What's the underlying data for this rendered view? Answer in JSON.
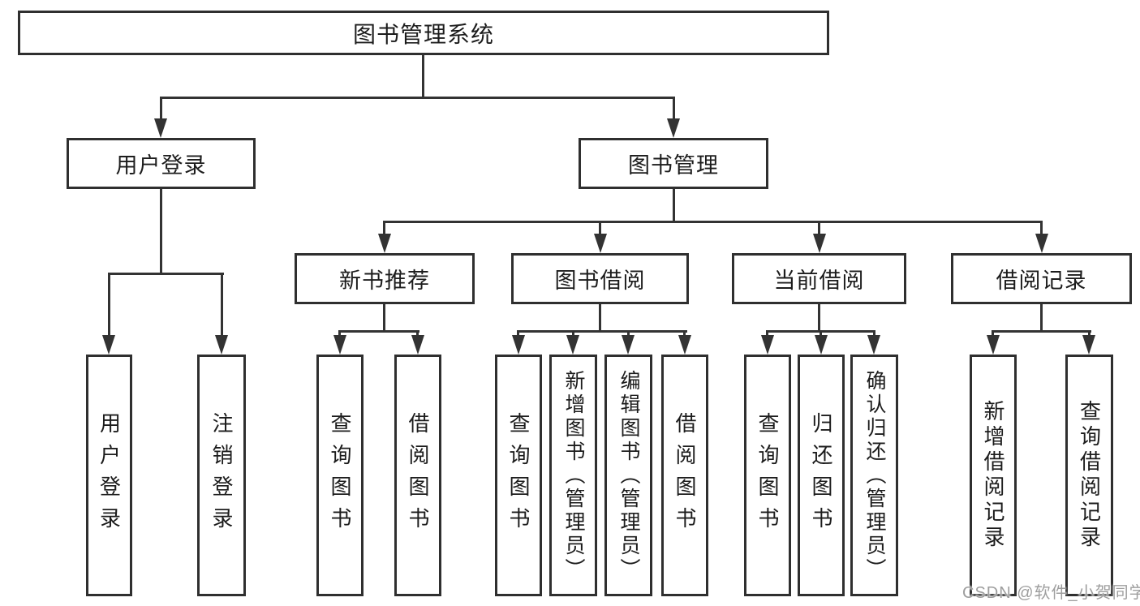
{
  "nodes": {
    "root": {
      "label": "图书管理系统"
    },
    "level2": [
      {
        "label": "用户登录"
      },
      {
        "label": "图书管理"
      }
    ],
    "level3": [
      {
        "label": "新书推荐"
      },
      {
        "label": "图书借阅"
      },
      {
        "label": "当前借阅"
      },
      {
        "label": "借阅记录"
      }
    ],
    "leaves": [
      {
        "label": "用户登录",
        "parent": "用户登录"
      },
      {
        "label": "注销登录",
        "parent": "用户登录"
      },
      {
        "label": "查询图书",
        "parent": "新书推荐"
      },
      {
        "label": "借阅图书",
        "parent": "新书推荐"
      },
      {
        "label": "查询图书",
        "parent": "图书借阅"
      },
      {
        "label": "新增图书（管理员）",
        "parent": "图书借阅"
      },
      {
        "label": "编辑图书（管理员）",
        "parent": "图书借阅"
      },
      {
        "label": "借阅图书",
        "parent": "图书借阅"
      },
      {
        "label": "查询图书",
        "parent": "当前借阅"
      },
      {
        "label": "归还图书",
        "parent": "当前借阅"
      },
      {
        "label": "确认归还（管理员）",
        "parent": "当前借阅"
      },
      {
        "label": "新增借阅记录",
        "parent": "借阅记录"
      },
      {
        "label": "查询借阅记录",
        "parent": "借阅记录"
      }
    ]
  },
  "watermark": {
    "text": "CSDN @软件_小贺同学"
  },
  "colors": {
    "line": "#333333",
    "border": "#2f2f2f",
    "text": "#1c1c1c",
    "watermark": "#9e9e9e",
    "background": "#ffffff"
  }
}
